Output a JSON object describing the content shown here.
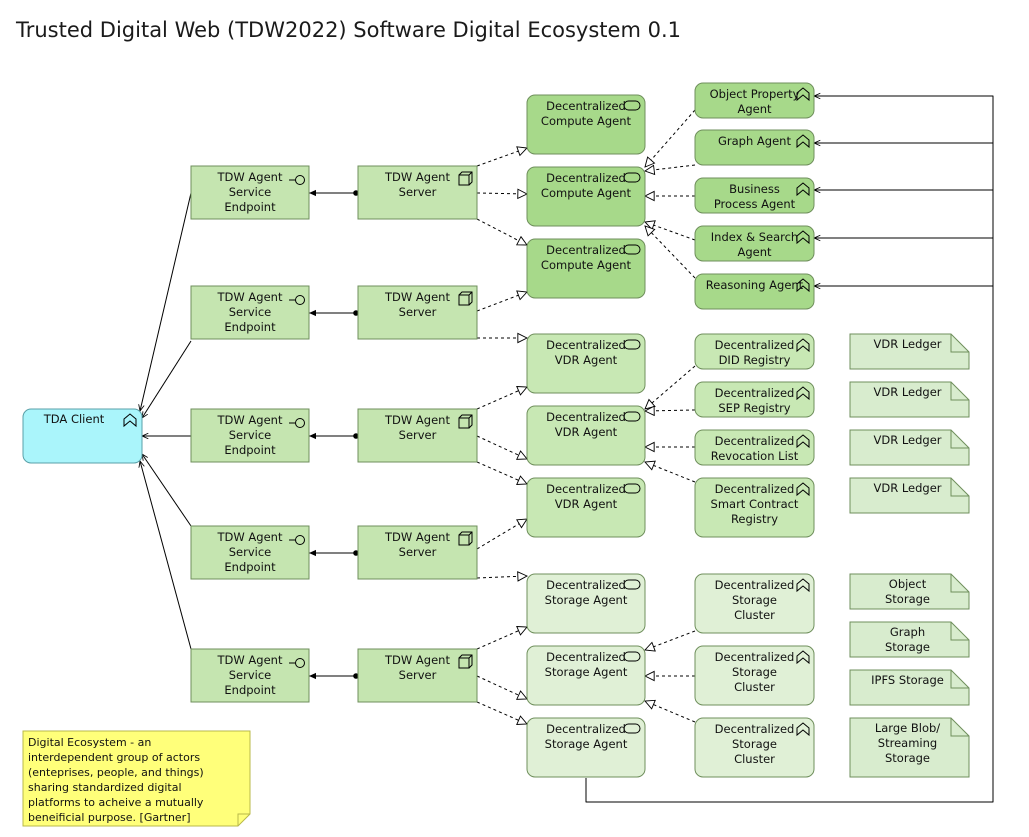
{
  "title": "Trusted Digital Web (TDW2022) Software Digital Ecosystem 0.1",
  "colors": {
    "client_fill": "#aaf5fb",
    "endpoint_fill": "#c5e5b0",
    "server_fill": "#c5e5b0",
    "agent_fill": "#a7d98a",
    "vdr_fill": "#c8e8b4",
    "storage_fill": "#e0f0d6",
    "note_fill": "#ffff7a",
    "artifact_fill": "#d8ecce",
    "stroke": "#6f8f5c"
  },
  "client": {
    "label": "TDA Client",
    "icon": "actor-icon"
  },
  "endpoints": [
    {
      "label": "TDW Agent Service Endpoint"
    },
    {
      "label": "TDW Agent Service Endpoint"
    },
    {
      "label": "TDW Agent Service Endpoint"
    },
    {
      "label": "TDW Agent Service Endpoint"
    },
    {
      "label": "TDW Agent Service Endpoint"
    }
  ],
  "servers": [
    {
      "label": "TDW Agent Server"
    },
    {
      "label": "TDW Agent Server"
    },
    {
      "label": "TDW Agent Server"
    },
    {
      "label": "TDW Agent Server"
    },
    {
      "label": "TDW Agent Server"
    }
  ],
  "compute_agents": [
    {
      "label": "Decentralized Compute Agent"
    },
    {
      "label": "Decentralized Compute Agent"
    },
    {
      "label": "Decentralized Compute Agent"
    }
  ],
  "vdr_agents": [
    {
      "label": "Decentralized VDR Agent"
    },
    {
      "label": "Decentralized VDR Agent"
    },
    {
      "label": "Decentralized VDR Agent"
    }
  ],
  "storage_agents": [
    {
      "label": "Decentralized Storage Agent"
    },
    {
      "label": "Decentralized Storage Agent"
    },
    {
      "label": "Decentralized Storage Agent"
    }
  ],
  "domain_agents": [
    {
      "label": "Object Property Agent"
    },
    {
      "label": "Graph Agent"
    },
    {
      "label": "Business Process Agent"
    },
    {
      "label": "Index & Search Agent"
    },
    {
      "label": "Reasoning Agent"
    }
  ],
  "registries": [
    {
      "label": "Decentralized DID Registry"
    },
    {
      "label": "Decentralized SEP  Registry"
    },
    {
      "label": "Decentralized Revocation List"
    },
    {
      "label": "Decentralized Smart Contract Registry"
    }
  ],
  "storage_clusters": [
    {
      "label": "Decentralized Storage Cluster"
    },
    {
      "label": "Decentralized Storage Cluster"
    },
    {
      "label": "Decentralized Storage Cluster"
    }
  ],
  "ledgers": [
    {
      "label": "VDR Ledger"
    },
    {
      "label": "VDR Ledger"
    },
    {
      "label": "VDR Ledger"
    },
    {
      "label": "VDR Ledger"
    }
  ],
  "storage_artifacts": [
    {
      "label": "Object Storage"
    },
    {
      "label": "Graph Storage"
    },
    {
      "label": "IPFS Storage"
    },
    {
      "label": "Large Blob/ Streaming Storage"
    }
  ],
  "note": {
    "text": "Digital Ecosystem - an interdependent group of actors (enteprises, people, and things) sharing standardized digital platforms to acheive a mutually beneificial purpose. [Gartner]"
  }
}
